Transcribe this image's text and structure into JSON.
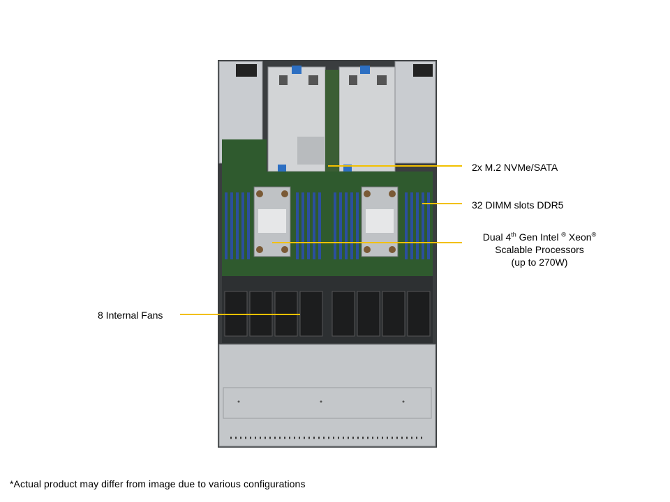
{
  "callouts": {
    "m2": "2x M.2 NVMe/SATA",
    "dimm": "32 DIMM slots DDR5",
    "cpu": {
      "line1_a": "Dual 4",
      "line1_sup1": "th",
      "line1_b": " Gen Intel ",
      "line1_sup2": "®",
      "line1_c": " Xeon",
      "line1_sup3": "®",
      "line2": "Scalable Processors",
      "line3": "(up to 270W)"
    },
    "fans": "8 Internal  Fans"
  },
  "footnote": "*Actual product may differ from image due to various configurations",
  "colors": {
    "leader_line": "#f2c000",
    "chassis_metal": "#c9ccd0",
    "board_green": "#2f5a2e",
    "dimm_blue": "#2b4f9e"
  }
}
